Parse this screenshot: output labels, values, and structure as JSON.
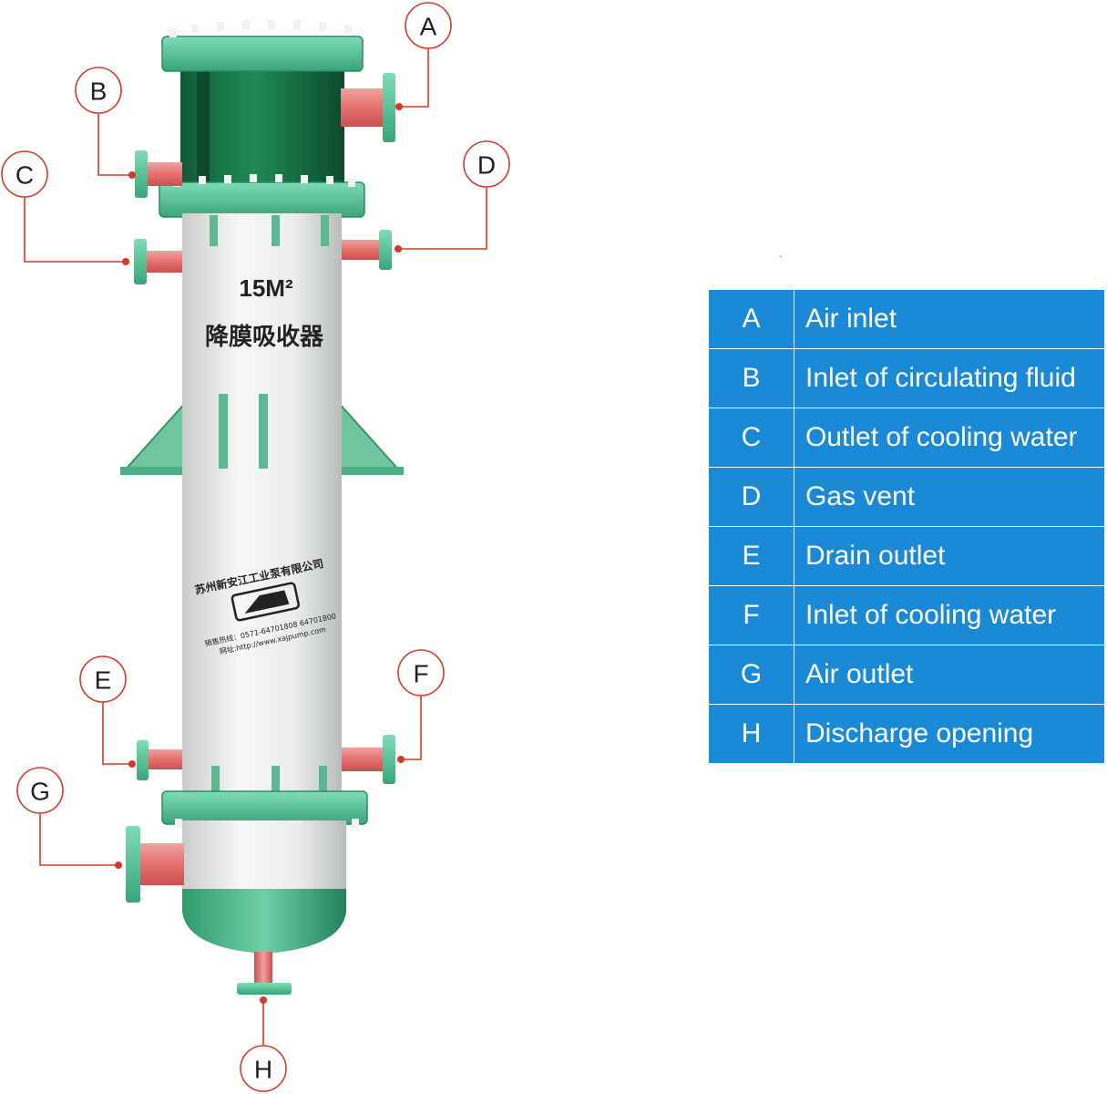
{
  "equipment": {
    "area_label": "15M²",
    "chinese_label": "降膜吸收器",
    "logo_company_text": "苏州新安江工业泵有限公司",
    "logo_contact_line1": "销售热线：0571-64701808  64701800",
    "logo_contact_line2": "网址:http://www.xajpump.com"
  },
  "callouts": [
    {
      "id": "A"
    },
    {
      "id": "B"
    },
    {
      "id": "C"
    },
    {
      "id": "D"
    },
    {
      "id": "E"
    },
    {
      "id": "F"
    },
    {
      "id": "G"
    },
    {
      "id": "H"
    }
  ],
  "legend": [
    {
      "key": "A",
      "desc": "Air inlet"
    },
    {
      "key": "B",
      "desc": "Inlet of circulating fluid"
    },
    {
      "key": "C",
      "desc": "Outlet of cooling water"
    },
    {
      "key": "D",
      "desc": "Gas vent"
    },
    {
      "key": "E",
      "desc": "Drain outlet"
    },
    {
      "key": "F",
      "desc": "Inlet of cooling water"
    },
    {
      "key": "G",
      "desc": "Air outlet"
    },
    {
      "key": "H",
      "desc": "Discharge opening"
    }
  ],
  "stray_mark": "`",
  "colors": {
    "vessel_green": "#1a7a4a",
    "flange_green": "#5cc49a",
    "shell_white": "#eef0ef",
    "nozzle_red": "#e47a78",
    "callout_red": "#d23a2a",
    "legend_blue": "#1a8ad6"
  }
}
